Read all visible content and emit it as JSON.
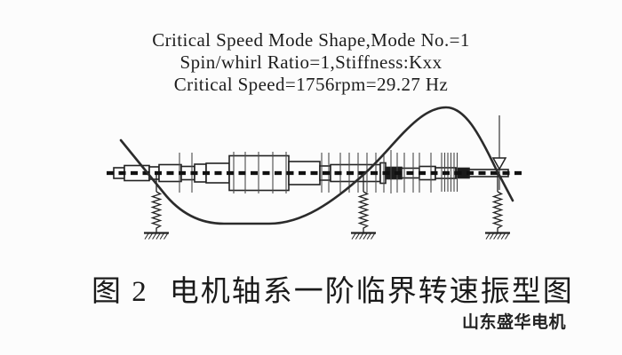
{
  "header": {
    "line1": "Critical Speed Mode Shape,Mode No.=1",
    "line2": "Spin/whirl Ratio=1,Stiffness:Kxx",
    "line3": "Critical Speed=1756rpm=29.27 Hz"
  },
  "analysis_values": {
    "mode_number": "1",
    "spin_whirl_ratio": "1",
    "stiffness": "Kxx",
    "critical_speed_rpm": "1756",
    "critical_speed_hz": "29.27"
  },
  "figure": {
    "label": "图 2",
    "caption": "电机轴系一阶临界转速振型图",
    "watermark": "山东盛华电机"
  },
  "diagram": {
    "support_count": 3,
    "colors": {
      "ink": "#1c1c1c",
      "station_line": "#4a4a4a",
      "paper": "#fcfcfc"
    }
  }
}
